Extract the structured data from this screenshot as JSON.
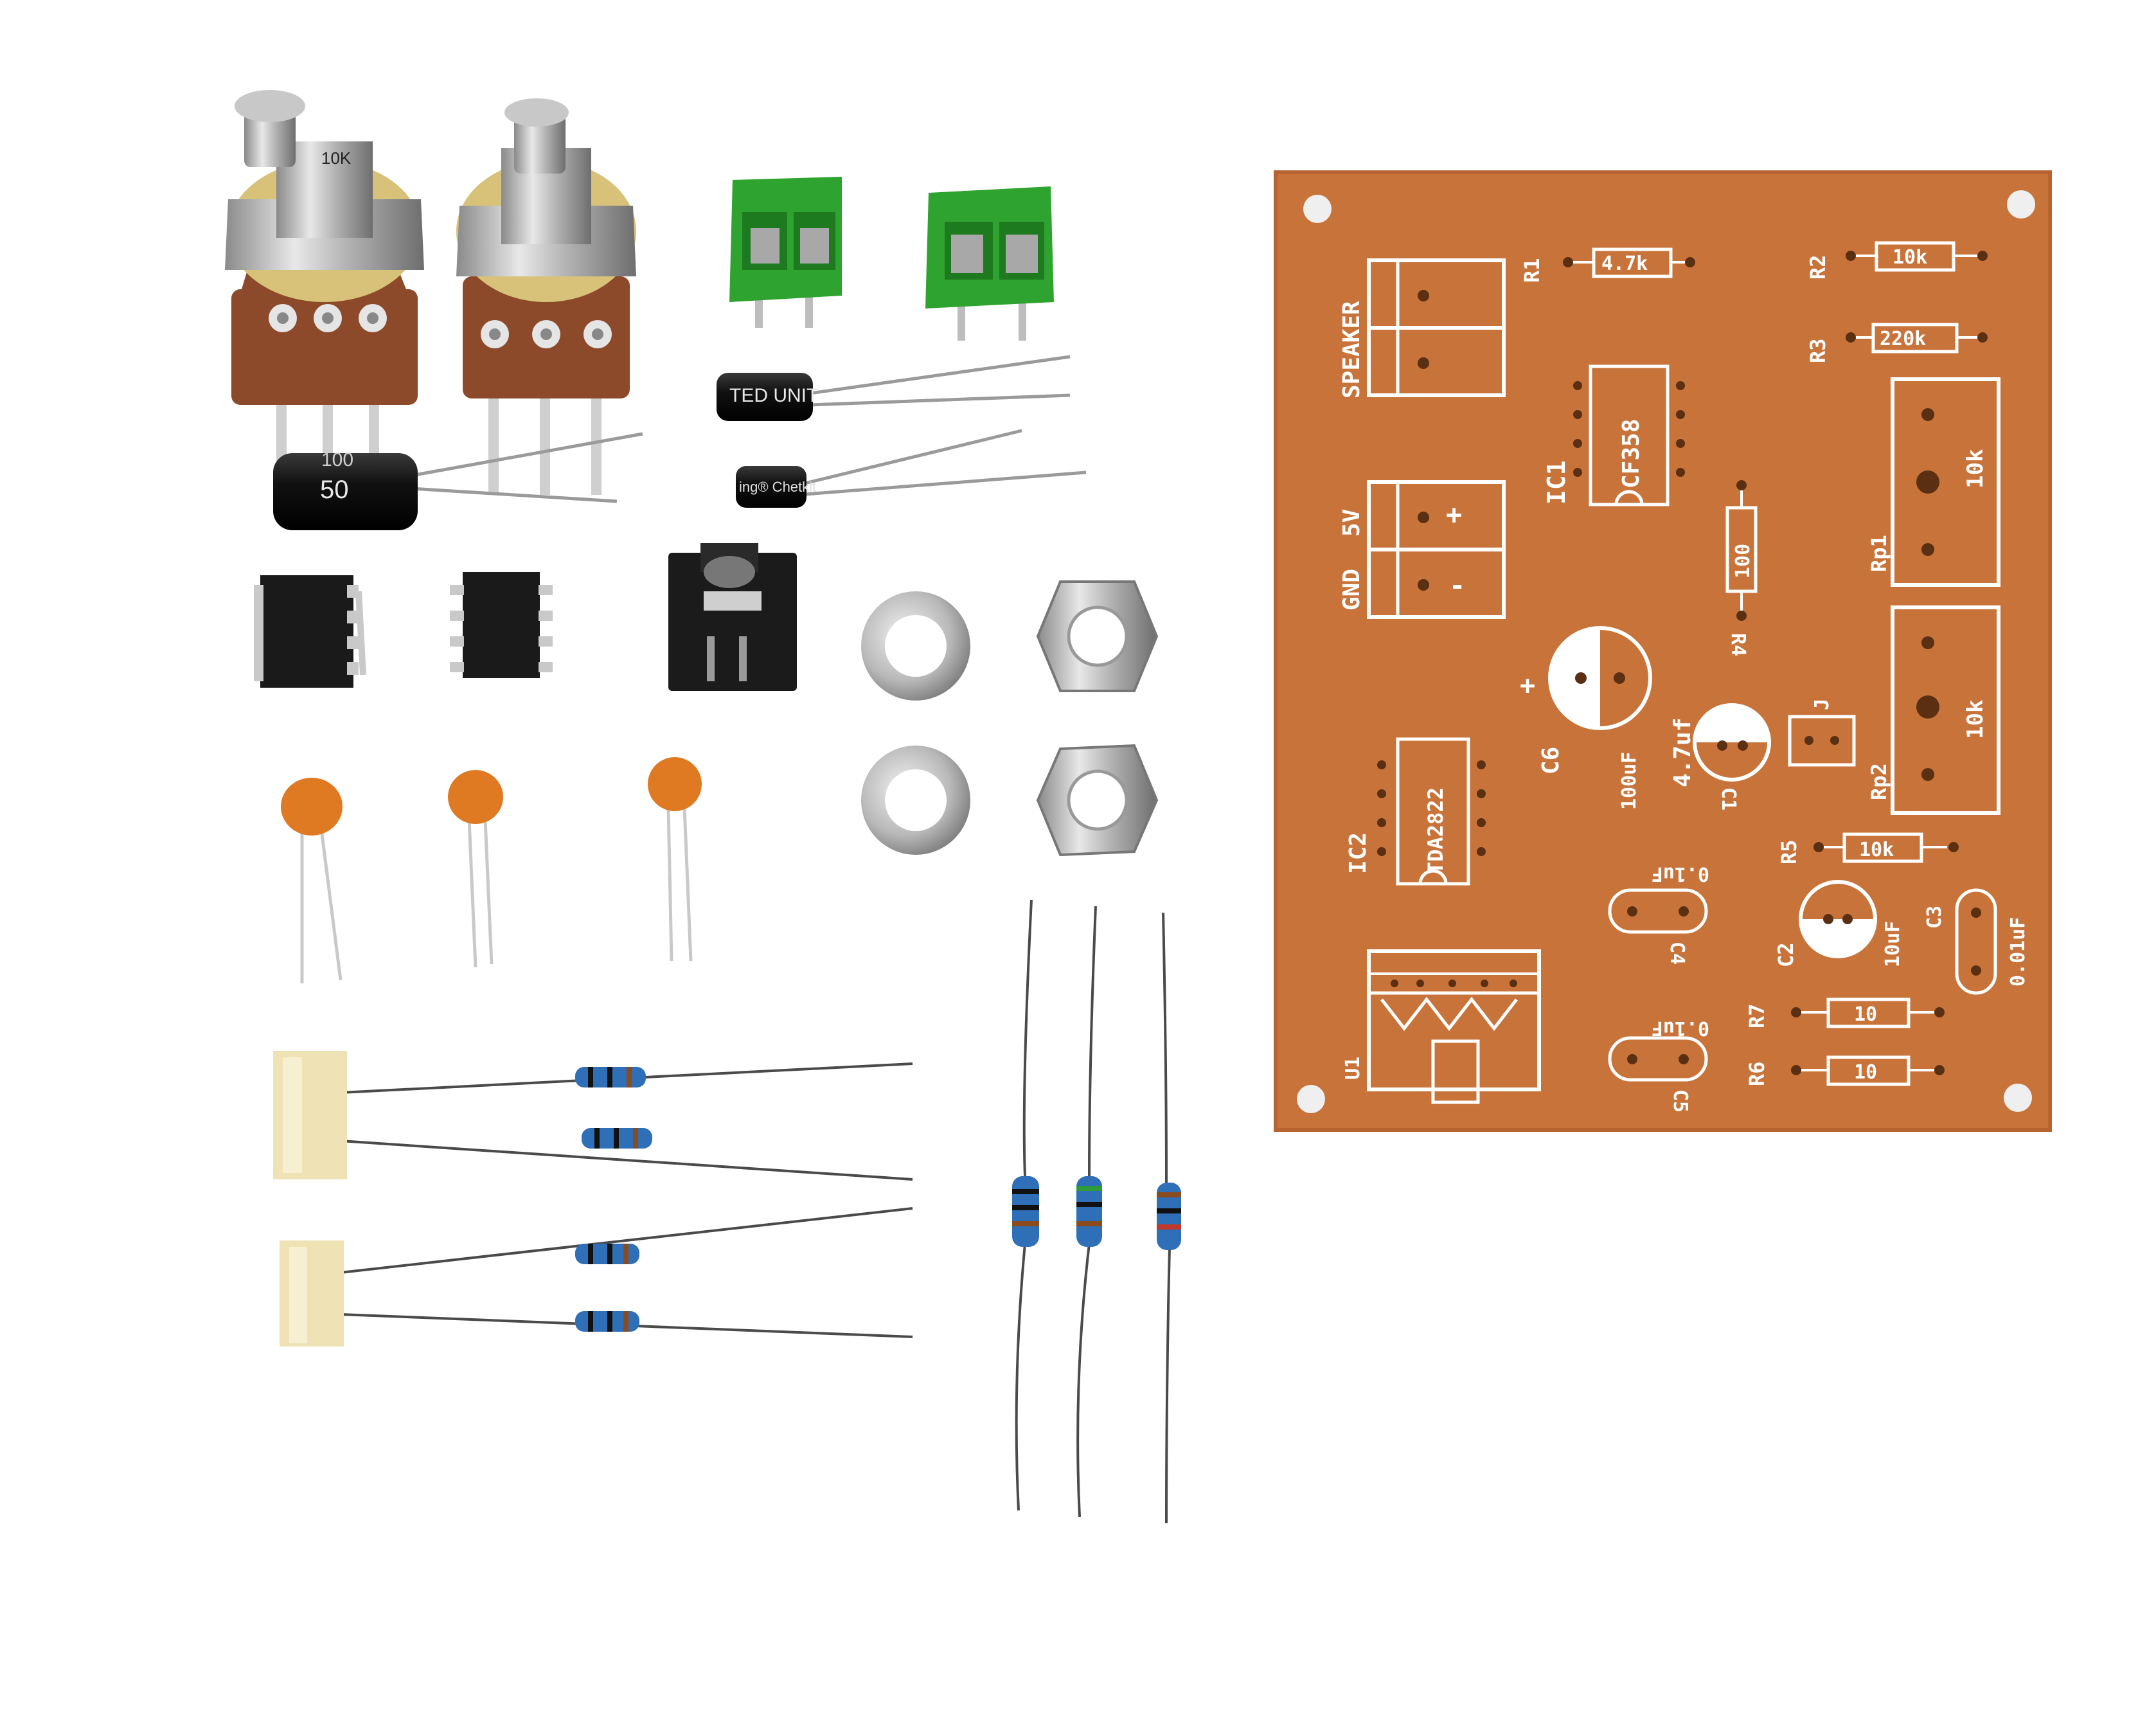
{
  "colors": {
    "background": "#ffffff",
    "pcb": "#c8733a",
    "silkscreen": "#ffffff",
    "terminal_green": "#2fa32f",
    "pot_body": "#8c4a2a",
    "ceramic_cap": "#e07a22",
    "capacitor_body": "#1c1c1c",
    "resistor_blue": "#2f6fb8"
  },
  "components": {
    "pot_marking": "10K",
    "cap_large_value": "50",
    "cap_large_top": "100",
    "cap_small_text": "TED UNIT",
    "cap_small2_text": "ing® Chetkit"
  },
  "pcb": {
    "speaker": "SPEAKER",
    "gnd": "GND",
    "v5": "5V",
    "plus": "+",
    "minus": "-",
    "r1": "R1",
    "r1_val": "4.7k",
    "r2": "R2",
    "r2_val": "10k",
    "r3": "R3",
    "r3_val": "220k",
    "ic1": "IC1",
    "ic1_chip": "CF358",
    "r4": "R4",
    "r4_val": "100",
    "rp1": "Rp1",
    "rp1_val": "10k",
    "rp2": "Rp2",
    "rp2_val": "10k",
    "c6": "C6",
    "c6_val": "100uF",
    "c1": "C1",
    "c1_val": "4.7uf",
    "j": "J",
    "ic2": "IC2",
    "ic2_chip": "TDA2822",
    "r5": "R5",
    "r5_val": "10k",
    "c4": "C4",
    "c4_val": "0.1uF",
    "c2": "C2",
    "c2_val": "10uF",
    "c3": "C3",
    "c3_val": "0.01uF",
    "r7": "R7",
    "r7_val": "10",
    "r6": "R6",
    "r6_val": "10",
    "u1": "U1",
    "c5": "C5",
    "c5_val": "0.1uF"
  }
}
